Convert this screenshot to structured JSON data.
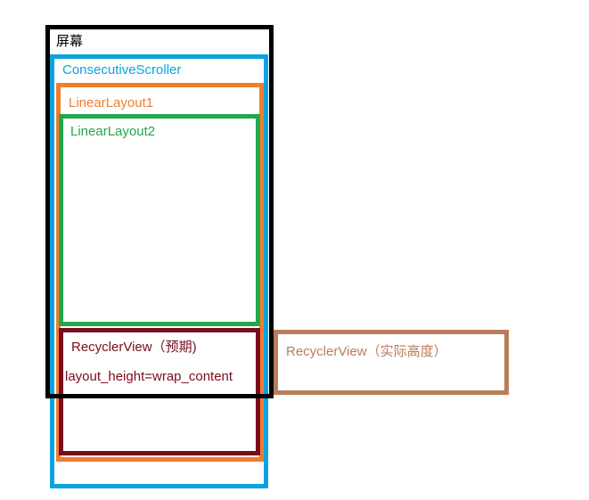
{
  "labels": {
    "screen": "屏幕",
    "scroller": "ConsecutiveScroller",
    "linear_layout_1": "LinearLayout1",
    "linear_layout_2": "LinearLayout2",
    "recycler_expected": "RecyclerView（预期)",
    "recycler_expected_attr": "layout_height=wrap_content",
    "recycler_actual": "RecyclerView（实际高度）"
  },
  "colors": {
    "screen": "#000000",
    "scroller": "#0aa3e0",
    "linear_layout_1": "#f07d2e",
    "linear_layout_2": "#21a84c",
    "recycler_expected": "#7a0c1c",
    "recycler_actual": "#b97d5b"
  }
}
